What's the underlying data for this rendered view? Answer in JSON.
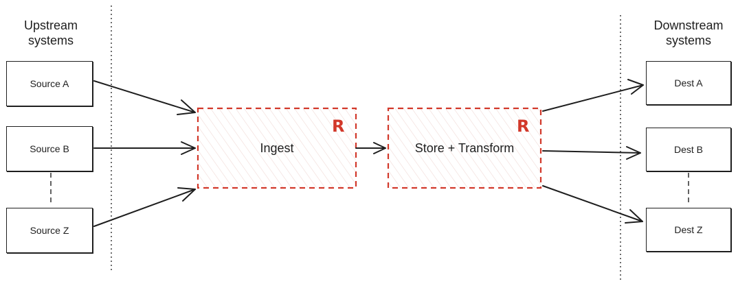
{
  "headings": {
    "upstream": [
      "Upstream",
      "systems"
    ],
    "downstream": [
      "Downstream",
      "systems"
    ]
  },
  "sources": [
    "Source A",
    "Source B",
    "Source Z"
  ],
  "destinations": [
    "Dest A",
    "Dest B",
    "Dest Z"
  ],
  "processes": {
    "ingest": "Ingest",
    "store_transform": "Store + Transform"
  },
  "logo": {
    "glyph": "R",
    "color": "#d2382a"
  },
  "colors": {
    "stroke": "#1e1e1e",
    "accent": "#d2382a",
    "hatch": "#f0d9d6"
  }
}
